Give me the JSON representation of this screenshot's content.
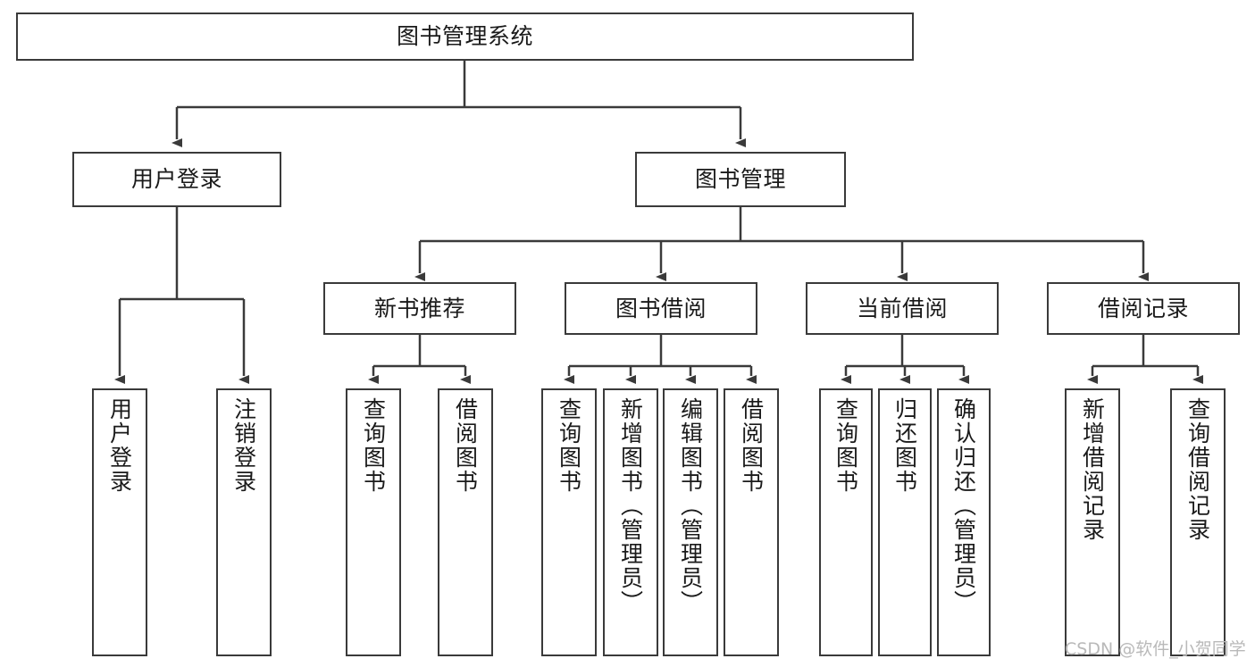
{
  "diagram": {
    "title": "图书管理系统",
    "type": "tree-hierarchy",
    "colors": {
      "background": "#ffffff",
      "box_border": "#3a3a3a",
      "box_fill": "#ffffff",
      "edge": "#3a3a3a",
      "text": "#1a1a1a",
      "watermark": "#b9b9b9"
    },
    "root": {
      "label": "图书管理系统"
    },
    "level2": [
      {
        "label": "用户登录"
      },
      {
        "label": "图书管理"
      }
    ],
    "level3": [
      {
        "label": "新书推荐"
      },
      {
        "label": "图书借阅"
      },
      {
        "label": "当前借阅"
      },
      {
        "label": "借阅记录"
      }
    ],
    "leaves": {
      "user_login": [
        {
          "label": "用户登录"
        },
        {
          "label": "注销登录"
        }
      ],
      "new_book_recommend": [
        {
          "label": "查询图书"
        },
        {
          "label": "借阅图书"
        }
      ],
      "book_borrow": [
        {
          "label": "查询图书"
        },
        {
          "label": "新增图书（管理员）"
        },
        {
          "label": "编辑图书（管理员）"
        },
        {
          "label": "借阅图书"
        }
      ],
      "current_borrow": [
        {
          "label": "查询图书"
        },
        {
          "label": "归还图书"
        },
        {
          "label": "确认归还（管理员）"
        }
      ],
      "borrow_record": [
        {
          "label": "新增借阅记录"
        },
        {
          "label": "查询借阅记录"
        }
      ]
    }
  },
  "watermark": {
    "text": "CSDN @软件_小贺同学"
  }
}
